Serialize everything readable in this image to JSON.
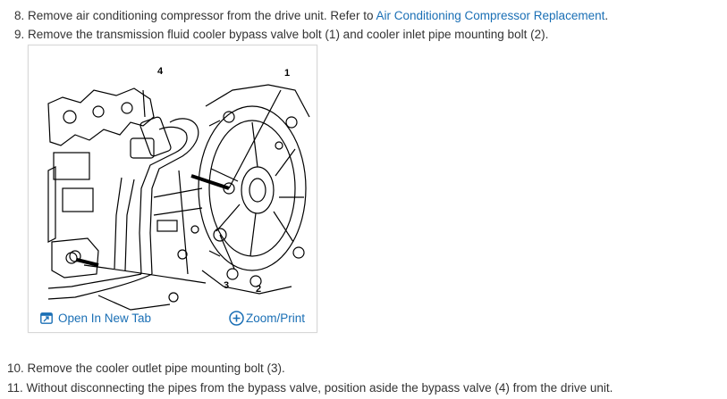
{
  "steps_top": [
    {
      "number": "8.",
      "text": "Remove air conditioning compressor from the drive unit. Refer to ",
      "link": "Air Conditioning Compressor Replacement",
      "suffix": "."
    },
    {
      "number": "9.",
      "text": "Remove the transmission fluid cooler bypass valve bolt (1) and cooler inlet pipe mounting bolt (2)."
    }
  ],
  "figure": {
    "callouts": [
      "1",
      "2",
      "3",
      "4"
    ],
    "open_tab_label": "Open In New Tab",
    "zoom_label": "Zoom/Print"
  },
  "steps_bottom": [
    {
      "number": "10.",
      "text": "Remove the cooler outlet pipe mounting bolt (3)."
    },
    {
      "number": "11.",
      "text": "Without disconnecting the pipes from the bypass valve, position aside the bypass valve (4) from the drive unit."
    }
  ],
  "colors": {
    "link": "#1a6fb5",
    "text": "#333333",
    "border": "#d7d7d7"
  }
}
